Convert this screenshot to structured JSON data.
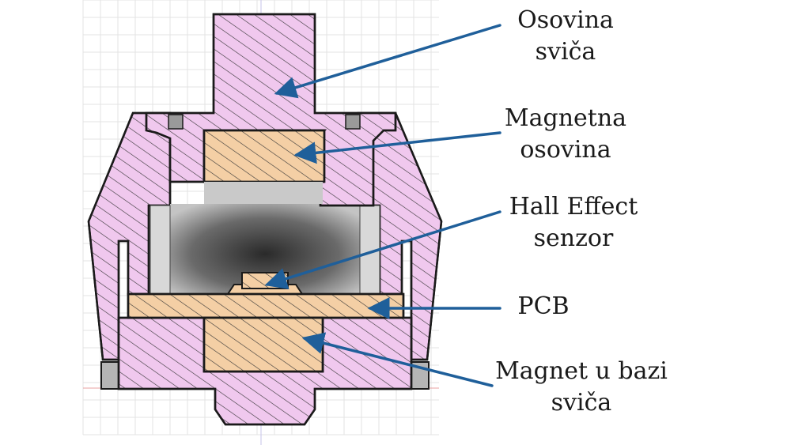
{
  "labels": [
    {
      "id": "switch-shaft",
      "lines": [
        "Osovina",
        "sviča"
      ]
    },
    {
      "id": "magnetic-shaft",
      "lines": [
        "Magnetna",
        "osovina"
      ]
    },
    {
      "id": "hall-sensor",
      "lines": [
        "Hall Effect",
        "senzor"
      ]
    },
    {
      "id": "pcb",
      "lines": [
        "PCB"
      ]
    },
    {
      "id": "base-magnet",
      "lines": [
        "Magnet u bazi",
        "sviča"
      ]
    }
  ],
  "colors": {
    "housing_fill": "#f0c8ee",
    "magnet_fill": "#f4cfa5",
    "outline": "#1a1a1a",
    "arrow": "#1f5f9a",
    "grid": "#e3e3e3",
    "cavity_dark": "#2a2a2a",
    "cavity_light": "#bdbdbd",
    "side_gray": "#b5b5b5"
  }
}
